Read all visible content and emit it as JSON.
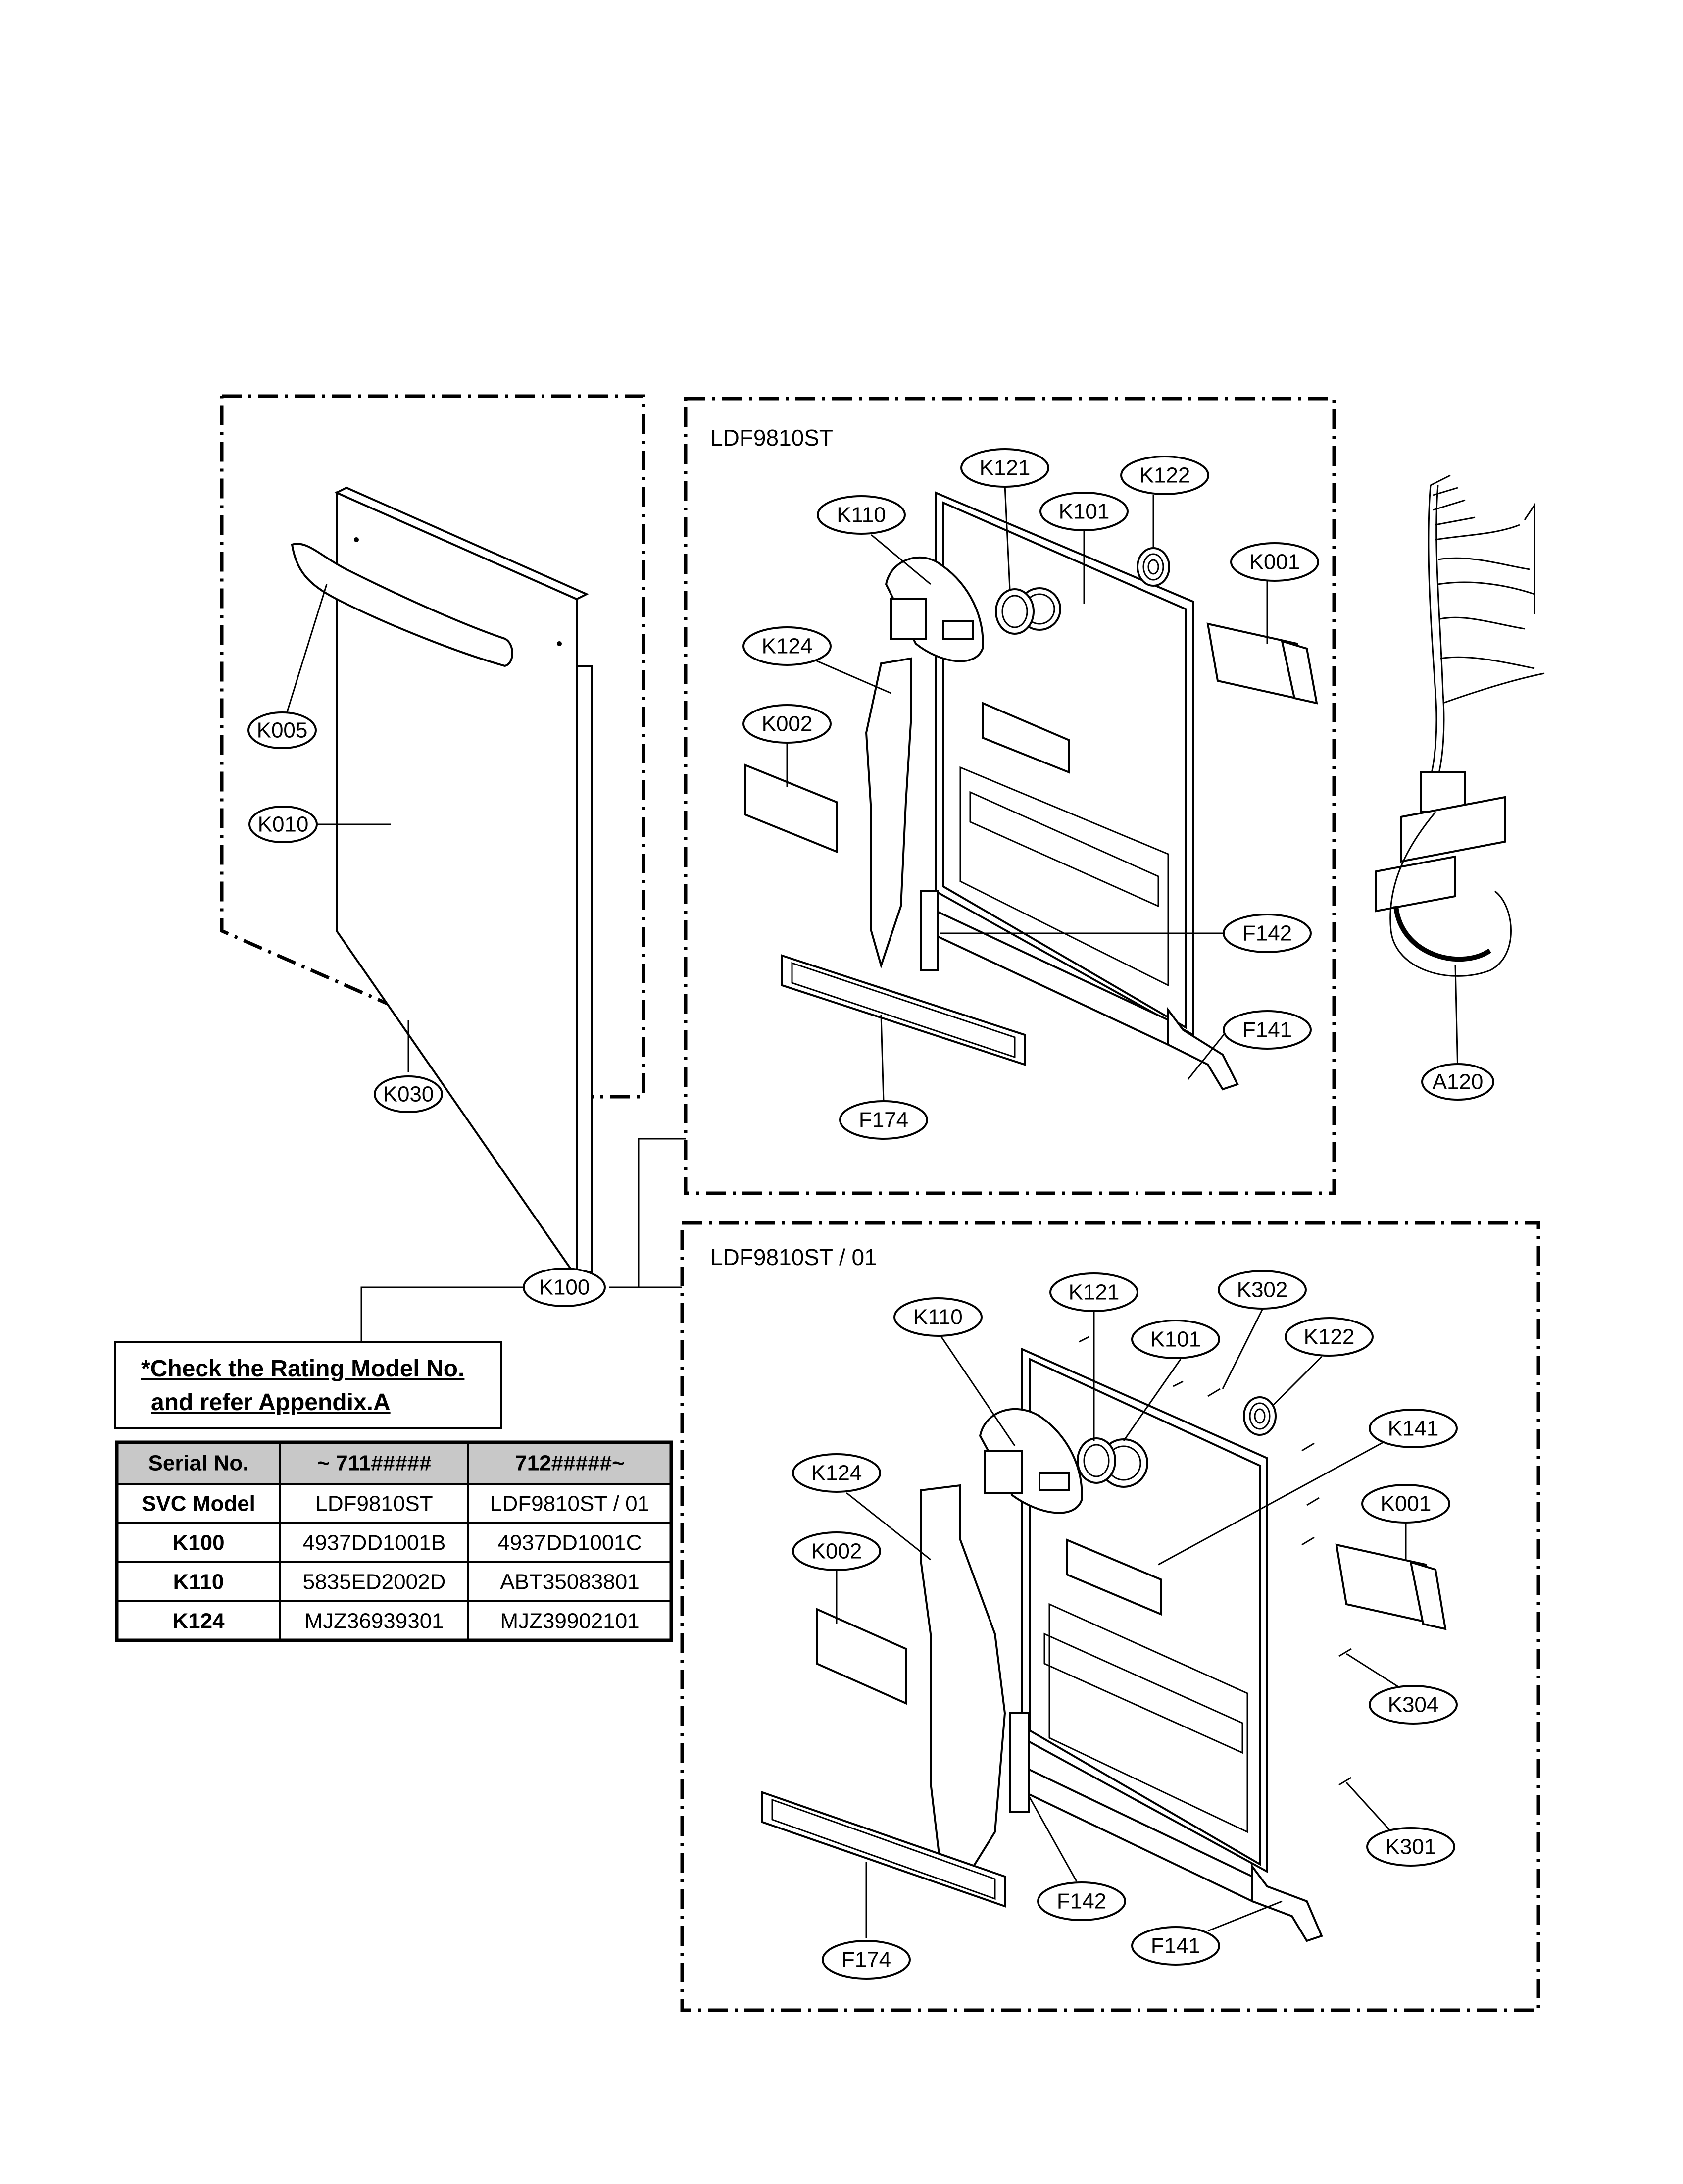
{
  "sections": {
    "top": {
      "title": "LDF9810ST"
    },
    "bottom": {
      "title": "LDF9810ST / 01"
    }
  },
  "callouts": {
    "door": [
      "K005",
      "K010",
      "K030"
    ],
    "top": [
      "K121",
      "K122",
      "K110",
      "K101",
      "K001",
      "K124",
      "K002",
      "F142",
      "F141",
      "F174"
    ],
    "harness": [
      "A120"
    ],
    "assembly": [
      "K100"
    ],
    "bottom": [
      "K121",
      "K302",
      "K110",
      "K101",
      "K122",
      "K141",
      "K124",
      "K001",
      "K002",
      "K304",
      "K301",
      "F142",
      "F141",
      "F174"
    ]
  },
  "note": {
    "line1": "*Check the Rating Model No.",
    "line2": "and refer Appendix.A"
  },
  "table": {
    "headers": [
      "Serial No.",
      "~ 711#####",
      "712#####~"
    ],
    "rows": [
      [
        "SVC Model",
        "LDF9810ST",
        "LDF9810ST / 01"
      ],
      [
        "K100",
        "4937DD1001B",
        "4937DD1001C"
      ],
      [
        "K110",
        "5835ED2002D",
        "ABT35083801"
      ],
      [
        "K124",
        "MJZ36939301",
        "MJZ39902101"
      ]
    ]
  }
}
